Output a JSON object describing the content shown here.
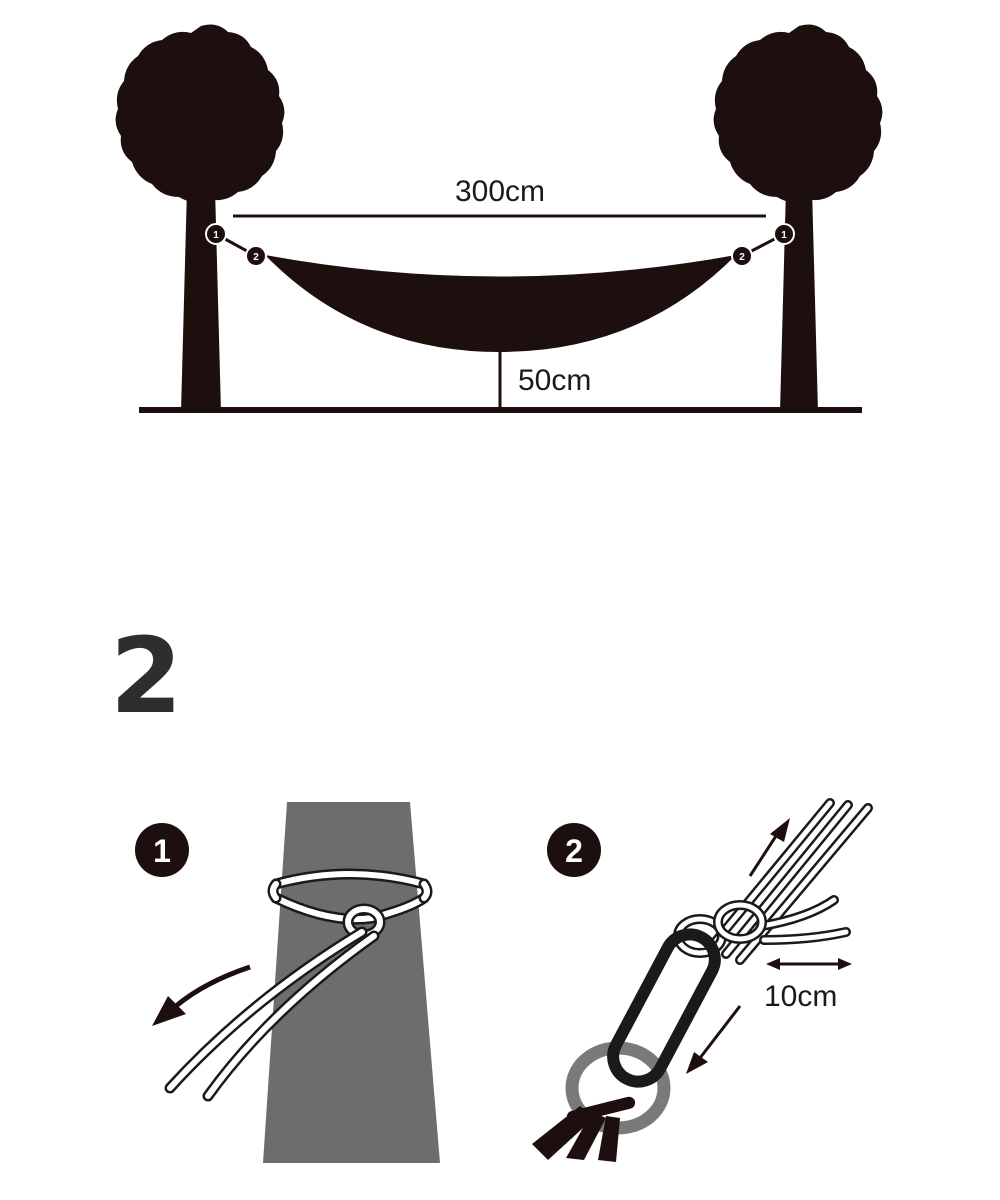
{
  "setup": {
    "span_label": "300cm",
    "height_label": "50cm",
    "point_1": "1",
    "point_2": "2"
  },
  "step": {
    "number": "2",
    "badge_tree_knot": "1",
    "badge_carabiner": "2",
    "tail_length_label": "10cm"
  },
  "colors": {
    "ink": "#1e0f0f",
    "trunk_gray": "#6d6d6d",
    "ring_gray": "#7a7a7a",
    "rope_white": "#ffffff",
    "text": "#1a1a1a"
  }
}
